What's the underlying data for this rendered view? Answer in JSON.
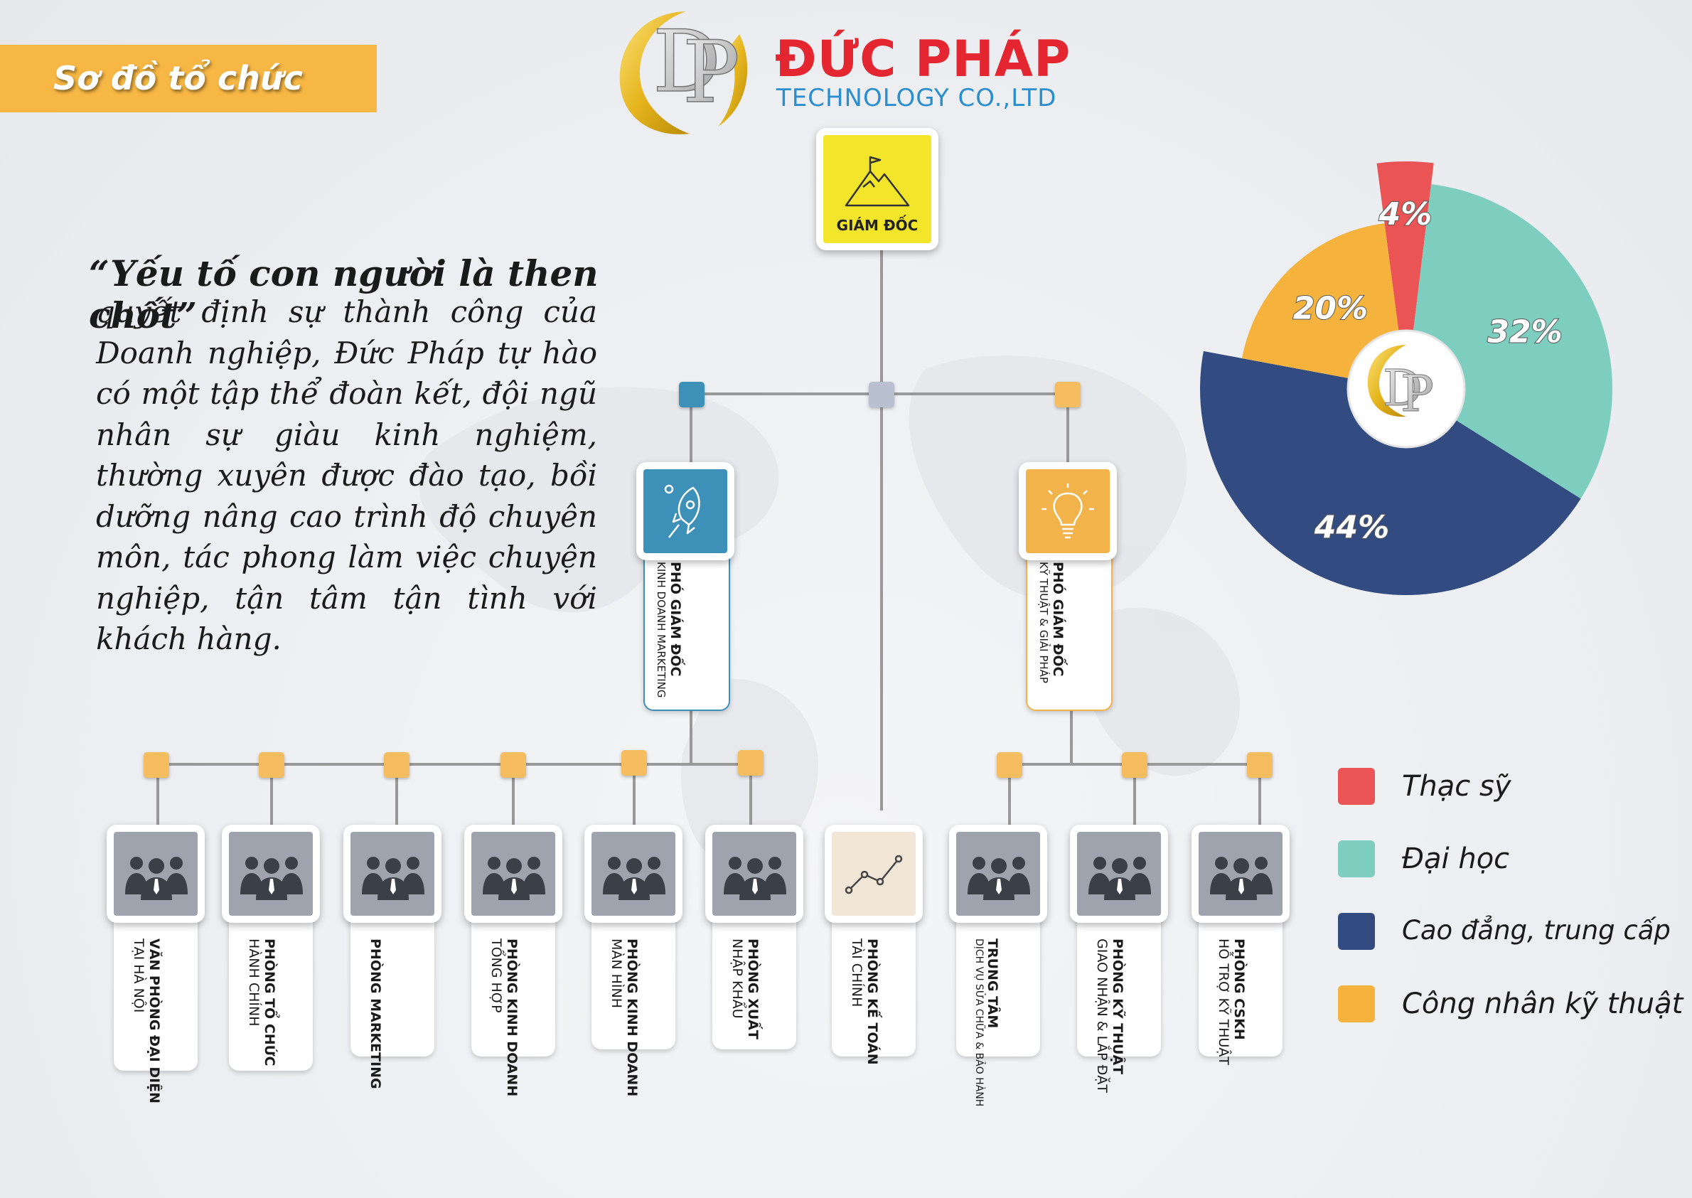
{
  "banner": {
    "title": "Sơ đồ tổ chức"
  },
  "brand": {
    "name": "ĐỨC PHÁP",
    "subtitle": "TECHNOLOGY CO.,LTD"
  },
  "quote": {
    "title": "“Yếu tố con người là then chốt”",
    "body": "quyết định sự thành công của Doanh nghiệp, Đức Pháp tự hào có một tập thể đoàn kết, đội ngũ nhân sự giàu kinh nghiệm, thường xuyên được đào tạo, bồi dưỡng nâng cao trình độ chuyên môn, tác phong làm việc chuyện nghiệp, tận tâm tận tình với khách hàng."
  },
  "org": {
    "director": {
      "label": "GIÁM ĐỐC",
      "color": "#f2e52a",
      "icon": "mountain-flag-icon"
    },
    "deputies": [
      {
        "title": "PHÓ GIÁM ĐỐC",
        "subtitle": "KINH DOANH MARKETING",
        "color": "#3d91b8",
        "icon": "rocket-icon"
      },
      {
        "title": "PHÓ GIÁM ĐỐC",
        "subtitle": "KỸ THUẬT & GIẢI PHÁP",
        "color": "#f2b34a",
        "icon": "lightbulb-icon"
      }
    ],
    "departments": [
      {
        "title": "VĂN PHÒNG ĐẠI DIỆN",
        "subtitle": "TẠI HÀ NỘI",
        "icon": "people-icon"
      },
      {
        "title": "PHÒNG TỔ CHỨC",
        "subtitle": "HÀNH CHÍNH",
        "icon": "people-icon"
      },
      {
        "title": "PHÒNG MARKETING",
        "subtitle": "",
        "icon": "people-icon"
      },
      {
        "title": "PHÒNG KINH DOANH",
        "subtitle": "TỔNG HỢP",
        "icon": "people-icon"
      },
      {
        "title": "PHÒNG KINH DOANH",
        "subtitle": "MÀN HÌNH",
        "icon": "people-icon"
      },
      {
        "title": "PHÒNG XUẤT",
        "subtitle": "NHẬP KHẨU",
        "icon": "people-icon"
      },
      {
        "title": "PHÒNG KẾ TOÁN",
        "subtitle": "TÀI CHÍNH",
        "icon": "chart-line-icon"
      },
      {
        "title": "TRUNG TÂM",
        "subtitle": "DỊCH VỤ SỬA CHỮA & BẢO HÀNH",
        "icon": "people-icon"
      },
      {
        "title": "PHÒNG KỸ THUẬT",
        "subtitle": "GIAO NHẬN & LẮP ĐẶT",
        "icon": "people-icon"
      },
      {
        "title": "PHÒNG CSKH",
        "subtitle": "HỖ TRỢ KỸ THUẬT",
        "icon": "people-icon"
      }
    ]
  },
  "chart_data": {
    "type": "pie",
    "title": "",
    "series": [
      {
        "name": "Thạc sỹ",
        "value": 4,
        "label": "4%",
        "color": "#ea5455"
      },
      {
        "name": "Đại học",
        "value": 32,
        "label": "32%",
        "color": "#7dcebe"
      },
      {
        "name": "Cao đẳng, trung cấp",
        "value": 44,
        "label": "44%",
        "color": "#324c82"
      },
      {
        "name": "Công nhân kỹ thuật",
        "value": 20,
        "label": "20%",
        "color": "#f5b33e"
      }
    ],
    "legend": "right-bottom"
  }
}
